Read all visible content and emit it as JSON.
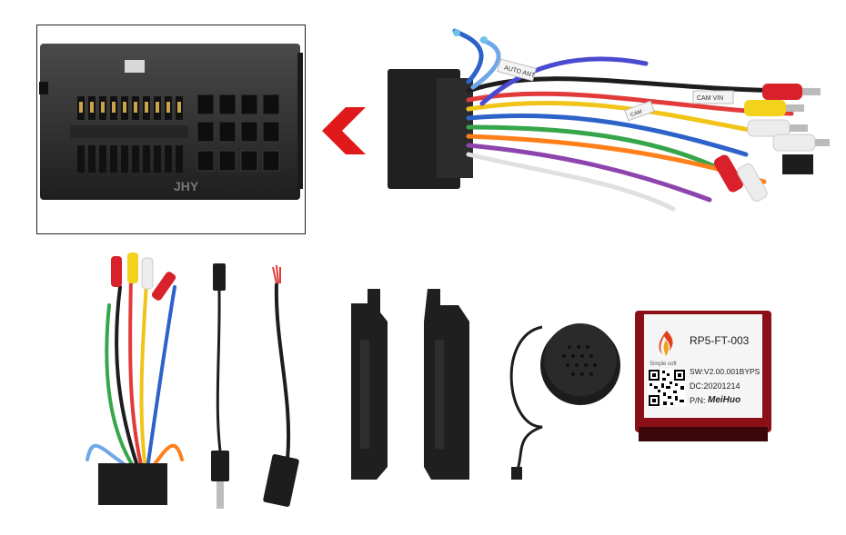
{
  "module_label": {
    "model": "RP5-FT-003",
    "brand": "Simple soft",
    "sw_line": "SW:V2.00.001BYPS",
    "dc_line": "DC:20201214",
    "pn_line": "P/N:",
    "pn_logo": "MeiHuo"
  },
  "connector_label": "JHY",
  "harness_tags": [
    "AUTO ANT",
    "CAM VIN",
    "CAM"
  ],
  "colors": {
    "plastic": "#2b2b2b",
    "arrow": "#e0191b",
    "rca_red": "#d9212b",
    "rca_yellow": "#f2d21a",
    "rca_white": "#ececec",
    "module_red": "#8a0f16"
  }
}
